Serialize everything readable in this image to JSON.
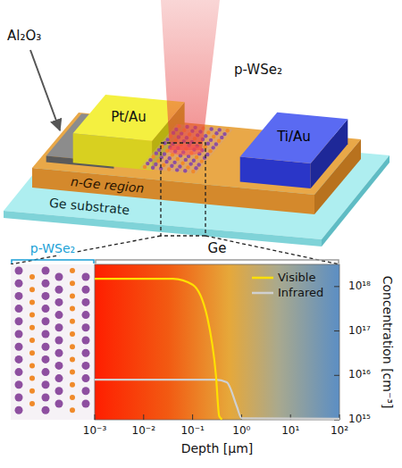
{
  "diagram": {
    "nodes": [
      {
        "text": [
          "Pt/Au"
        ]
      },
      {
        "text": [
          "Ti/Au"
        ]
      },
      {
        "text": [
          "n-Ge region"
        ]
      },
      {
        "text": [
          "Ge substrate"
        ]
      }
    ],
    "labels": [
      "Al₂O₃",
      "p-WSe₂",
      "p-WSe₂",
      "Ge",
      "10⁻³",
      "10⁻²",
      "10⁻¹",
      "10⁰",
      "10¹",
      "10²",
      "10¹⁸",
      "10¹⁷",
      "10¹⁶",
      "10¹⁵",
      "Concentration [cm⁻³]",
      "Depth [μm]"
    ],
    "legend": [
      {
        "text": "Visible"
      },
      {
        "text": "Infrared"
      }
    ]
  }
}
